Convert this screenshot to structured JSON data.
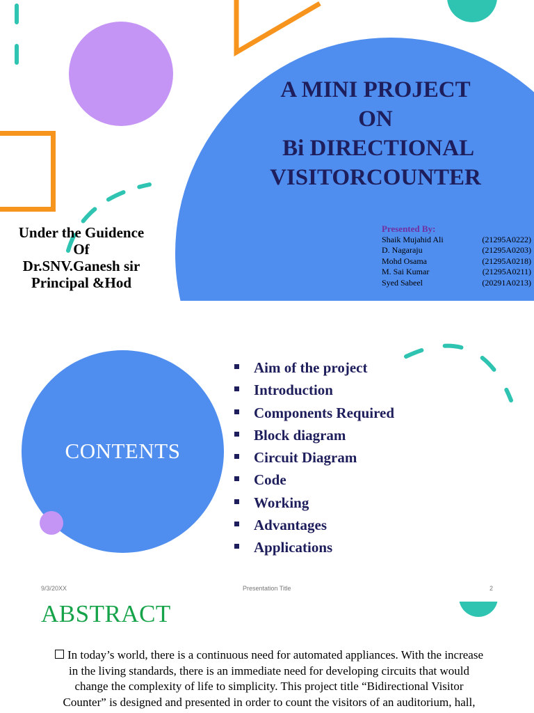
{
  "slide1": {
    "title_lines": [
      "A MINI PROJECT",
      "ON",
      " Bi DIRECTIONAL",
      "VISITORCOUNTER"
    ],
    "guidance_lines": [
      "Under the Guidence",
      "Of",
      "Dr.SNV.Ganesh sir",
      "Principal &Hod"
    ],
    "presented_heading": "Presented By:",
    "presenters": [
      {
        "name": "Shaik Mujahid Ali",
        "id": "(21295A0222)"
      },
      {
        "name": "D. Nagaraju",
        "id": "(21295A0203)"
      },
      {
        "name": "Mohd Osama",
        "id": "(21295A0218)"
      },
      {
        "name": "M. Sai Kumar",
        "id": "(21295A0211)"
      },
      {
        "name": "Syed Sabeel",
        "id": "(20291A0213)"
      }
    ]
  },
  "slide2": {
    "heading": "CONTENTS",
    "items": [
      "Aim of the project",
      "Introduction",
      "Components Required",
      "Block diagram",
      "Circuit Diagram",
      "Code",
      "Working",
      "Advantages",
      "Applications"
    ],
    "footer": {
      "date": "9/3/20XX",
      "title": "Presentation Title",
      "page": "2"
    }
  },
  "slide3": {
    "heading": "ABSTRACT",
    "text_lines": [
      "In today’s world, there is a continuous need for automated appliances. With the increase",
      "in the living standards, there is an immediate need for developing circuits that would",
      "change the complexity of life to simplicity. This project title “Bidirectional Visitor",
      "Counter” is designed and presented in order to count the visitors of an auditorium, hall,"
    ]
  },
  "colors": {
    "blue": "#4f8def",
    "purple": "#c595f6",
    "teal": "#2fc4b2",
    "orange": "#f7941d",
    "navy": "#1f1e5c",
    "green": "#16a34a"
  }
}
